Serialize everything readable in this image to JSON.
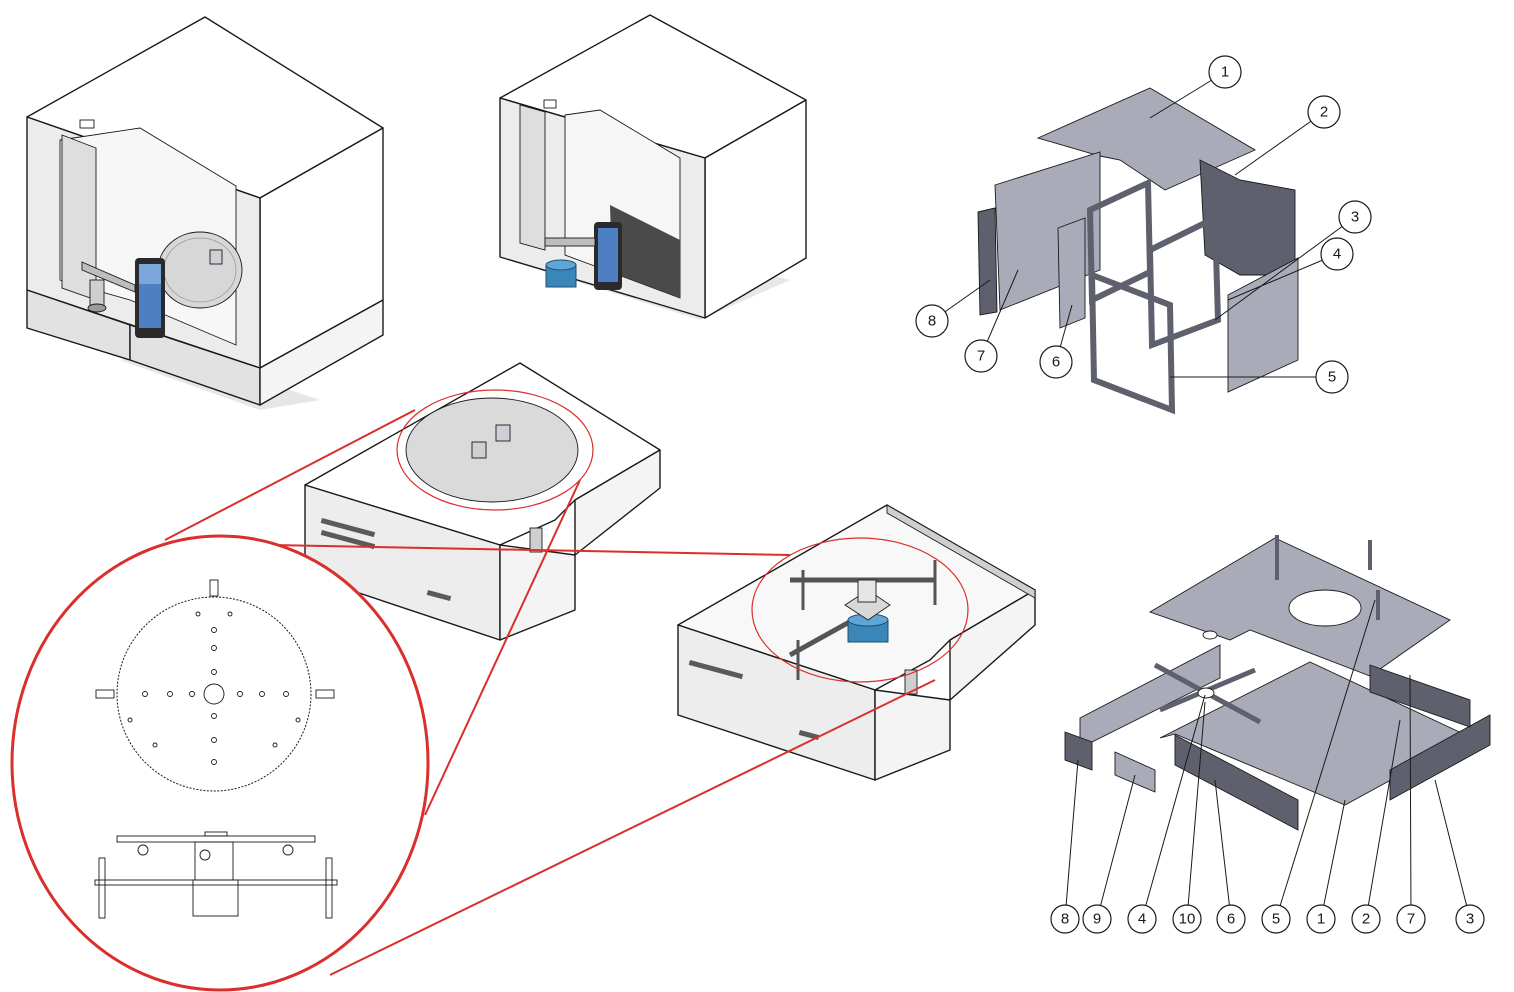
{
  "colors": {
    "panel_fill": "#e9e9e9",
    "panel_dark": "#c8c8c8",
    "plate_fill": "#a9abb8",
    "plate_dark": "#5e606d",
    "motor_blue": "#3a86b8",
    "zoom_red": "#d9302c",
    "outline": "#1a1a1a"
  },
  "views": [
    {
      "name": "enclosure-assembled-with-phone"
    },
    {
      "name": "enclosure-rear-with-phone"
    },
    {
      "name": "enclosure-exploded"
    },
    {
      "name": "turntable-base-assembled"
    },
    {
      "name": "turntable-base-interior"
    },
    {
      "name": "turntable-base-exploded"
    },
    {
      "name": "turntable-detail-zoom"
    }
  ],
  "enclosure_exploded_callouts": [
    "1",
    "2",
    "3",
    "4",
    "5",
    "6",
    "7",
    "8"
  ],
  "base_exploded_callouts": [
    "8",
    "9",
    "4",
    "10",
    "6",
    "5",
    "1",
    "2",
    "7",
    "3"
  ]
}
